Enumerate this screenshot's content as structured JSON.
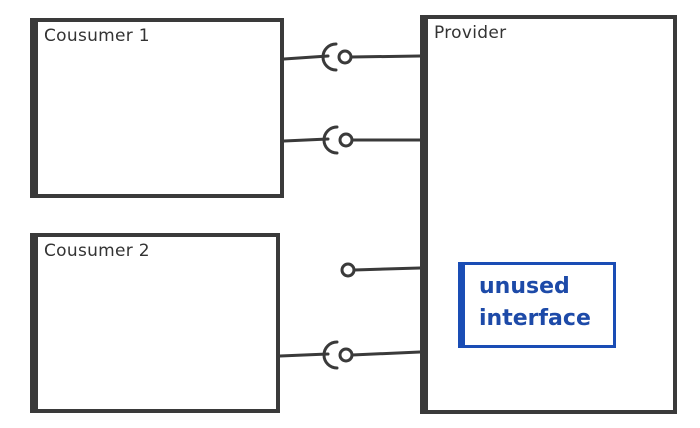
{
  "consumer1": {
    "label": "Cousumer 1"
  },
  "consumer2": {
    "label": "Cousumer 2"
  },
  "provider": {
    "label": "Provider"
  },
  "note": {
    "text": "unused\ninterface"
  },
  "colors": {
    "ink": "#3a3a3a",
    "note_ink": "#1a4db5",
    "background": "#ffffff"
  }
}
